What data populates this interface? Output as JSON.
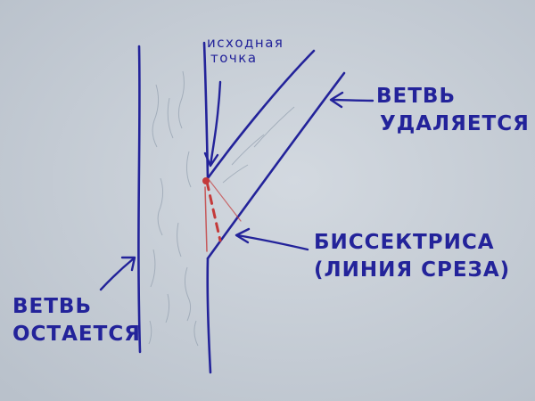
{
  "colors": {
    "ink": "#23239a",
    "cut": "#c43a3a",
    "paper": "#c9d0d8"
  },
  "labels": {
    "start_point": [
      "исходная",
      "точка"
    ],
    "branch_removed": [
      "ВЕТВЬ",
      "УДАЛЯЕТСЯ"
    ],
    "bisector": [
      "БИССЕКТРИСА",
      "(ЛИНИЯ СРЕЗА)"
    ],
    "branch_stays": [
      "ВЕТВЬ",
      "ОСТАЕТСЯ"
    ]
  }
}
